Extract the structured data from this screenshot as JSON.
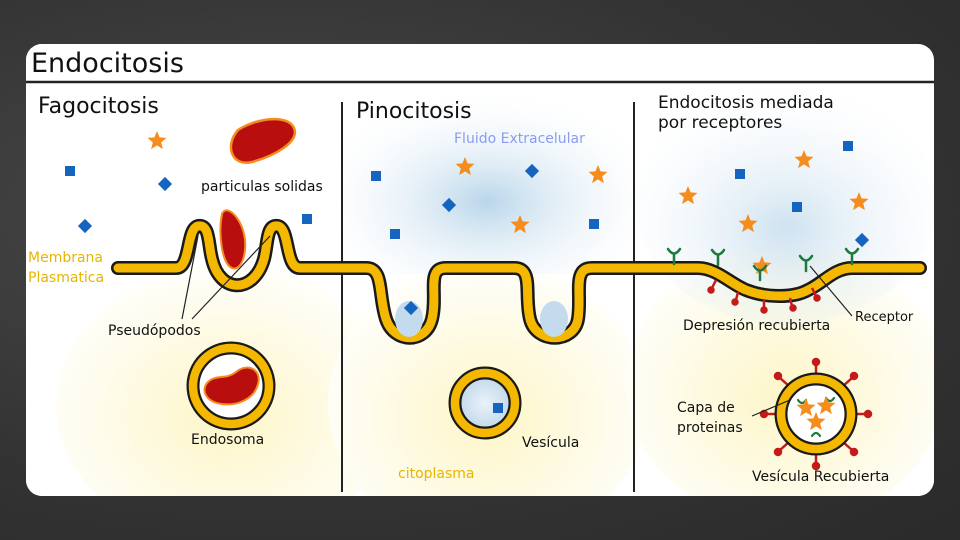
{
  "title": "Endocitosis",
  "sections": {
    "fagocitosis": "Fagocitosis",
    "pinocitosis": "Pinocitosis",
    "receptores_line1": "Endocitosis mediada",
    "receptores_line2": "por receptores"
  },
  "labels": {
    "fluido": "Fluido Extracelular",
    "particulas": "particulas solidas",
    "membrana_line1": "Membrana",
    "membrana_line2": "Plasmatica",
    "pseudopodos": "Pseudópodos",
    "endosoma": "Endosoma",
    "vesicula": "Vesícula",
    "citoplasma": "citoplasma",
    "depresion": "Depresión recubierta",
    "receptor": "Receptor",
    "capa_line1": "Capa de",
    "capa_line2": "proteinas",
    "vesicula_recubierta": "Vesícula Recubierta"
  },
  "colors": {
    "membrane": "#f5b800",
    "membrane_outline": "#1a1a1a",
    "particle": "#b80e0e",
    "star": "#f58c1e",
    "square": "#1565c0",
    "receptor": "#1c7a3c",
    "protein": "#c41a1a",
    "fluid": "#c8dcec",
    "cytoplasm": "#fdf8d6",
    "label_yellow": "#e8b400",
    "label_blue": "#8b9cf0"
  }
}
